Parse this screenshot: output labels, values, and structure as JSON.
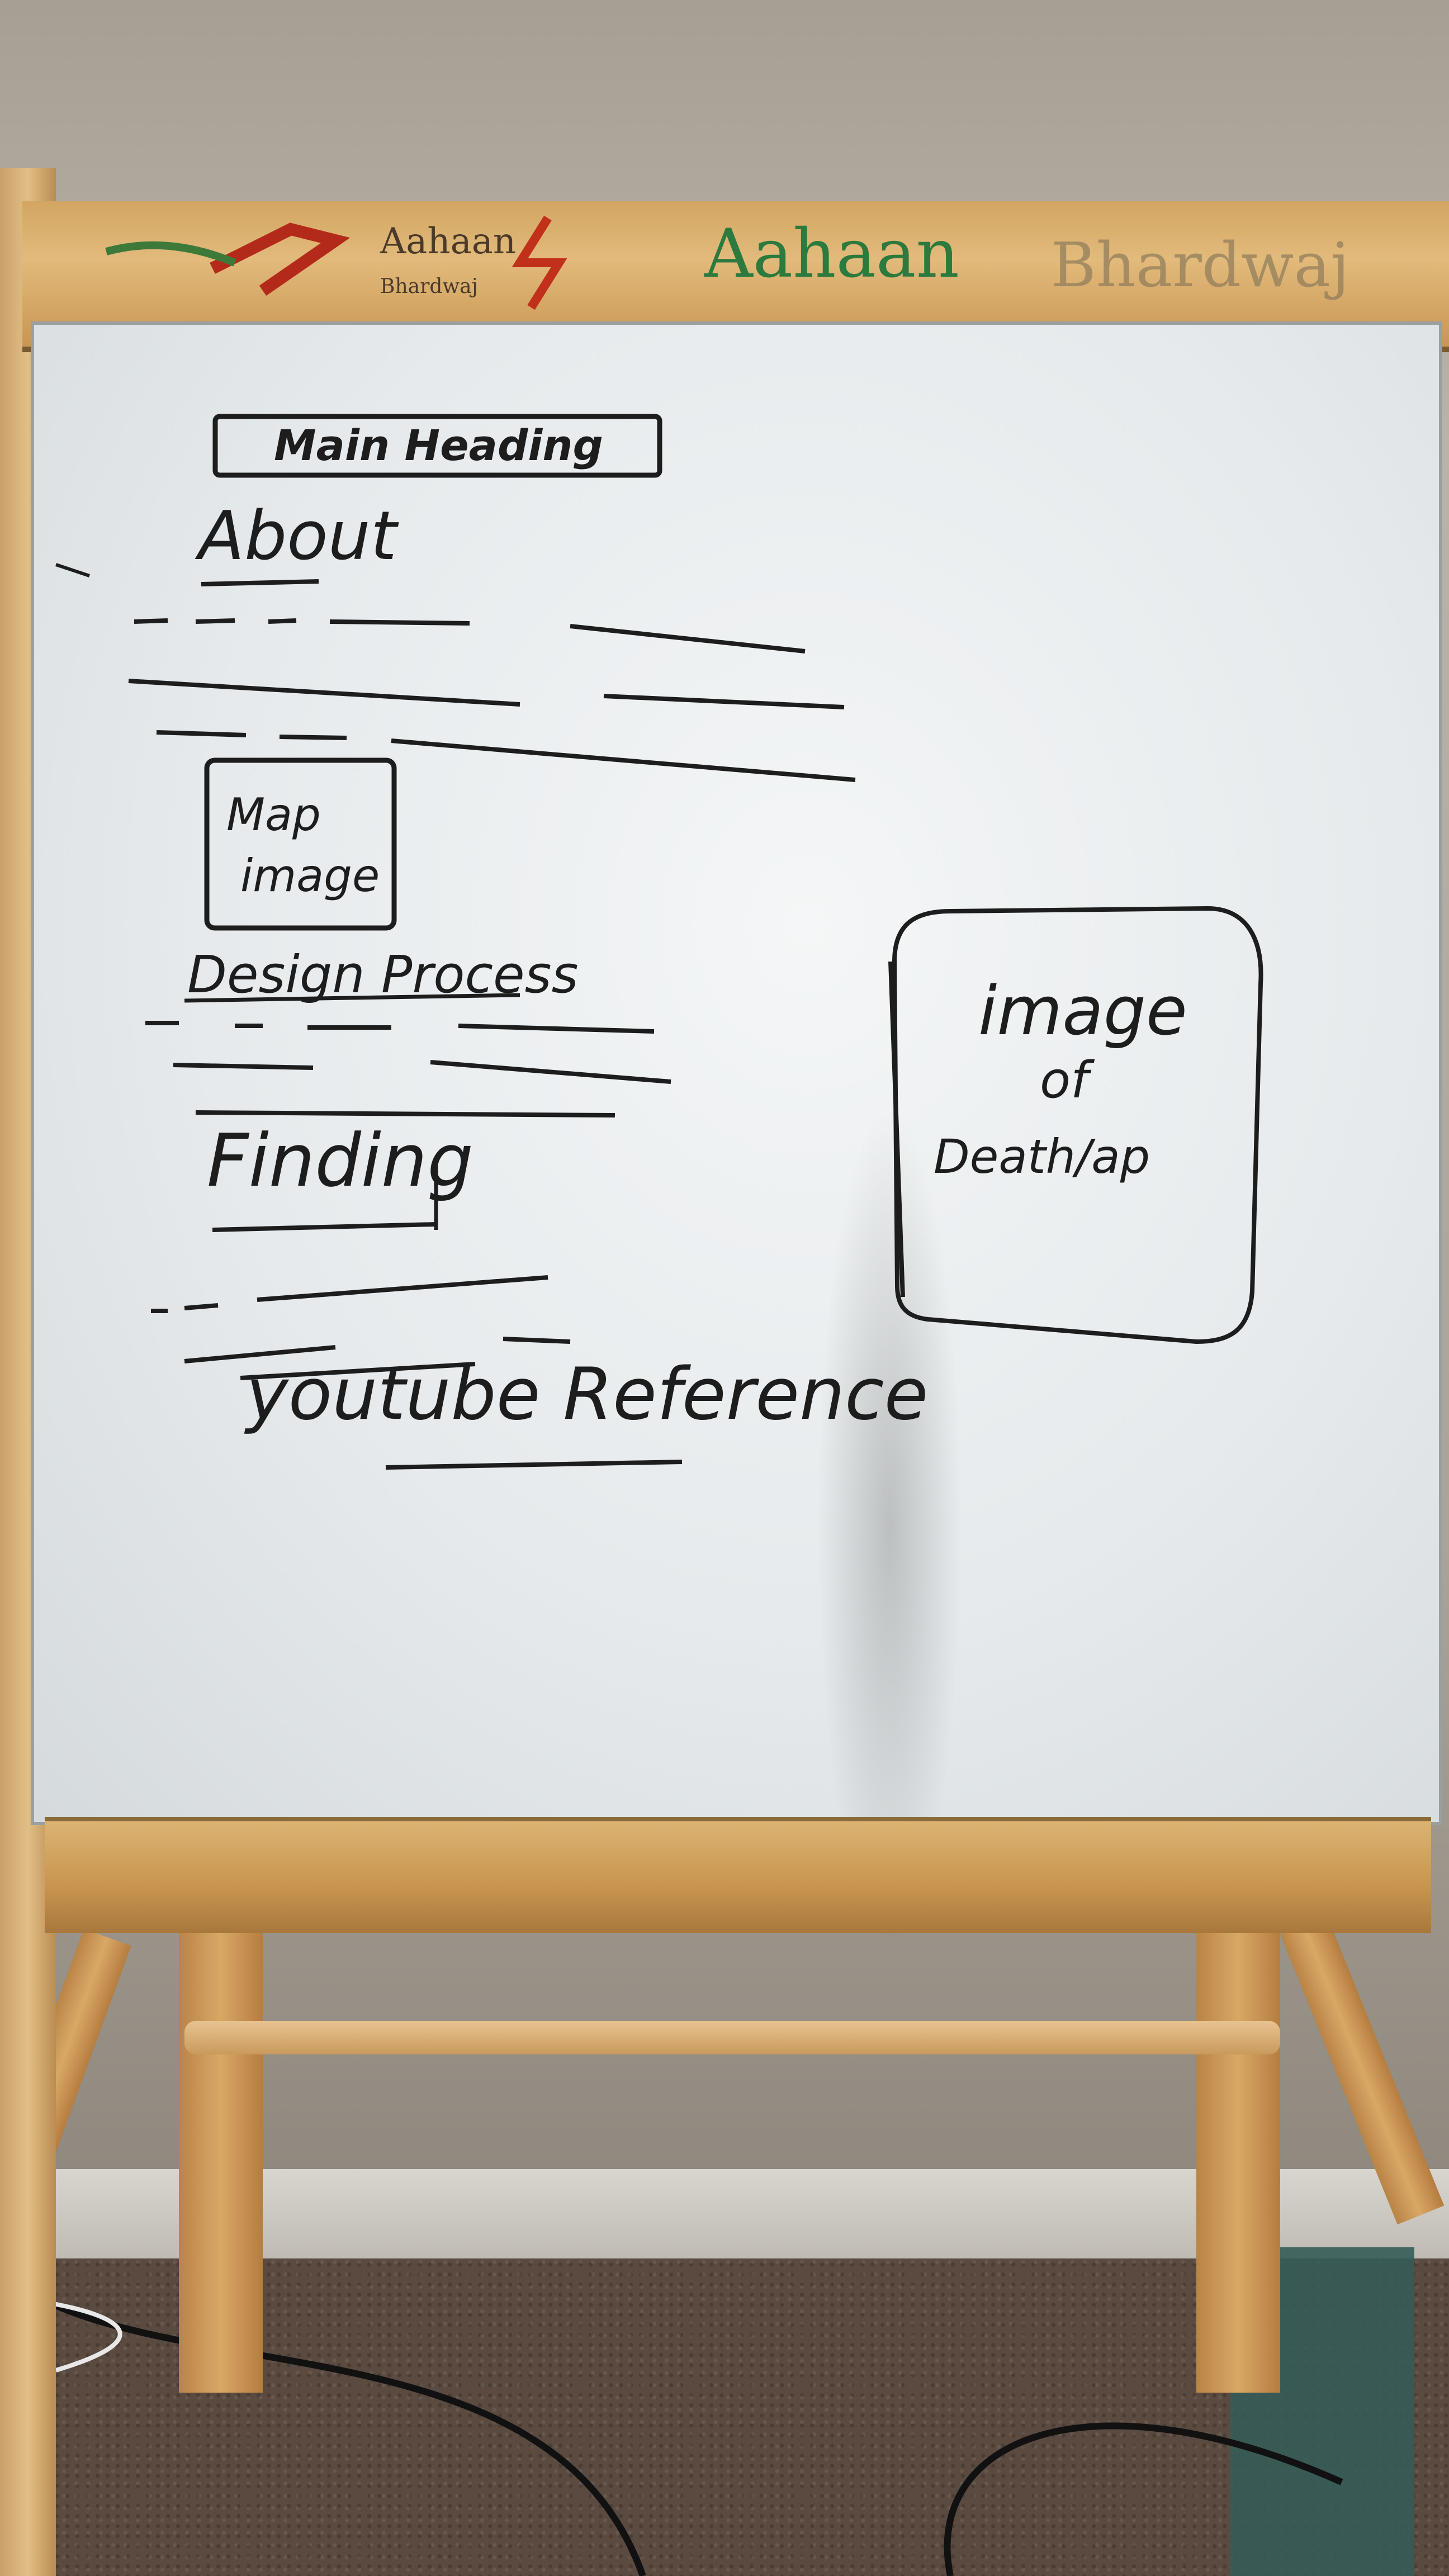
{
  "frame": {
    "name_small_line1": "Aahaan",
    "name_small_line2": "Bhardwaj",
    "name_large_left": "Aahaan",
    "name_large_right": "Bhardwaj"
  },
  "sketch": {
    "main_heading": "Main Heading",
    "about": "About",
    "map_image_line1": "Map",
    "map_image_line2": "image",
    "design_process": "Design Process",
    "finding": "Finding",
    "youtube_reference": "youtube Reference",
    "right_image_line1": "image",
    "right_image_line2": "of",
    "right_image_line3": "Death/ap"
  }
}
